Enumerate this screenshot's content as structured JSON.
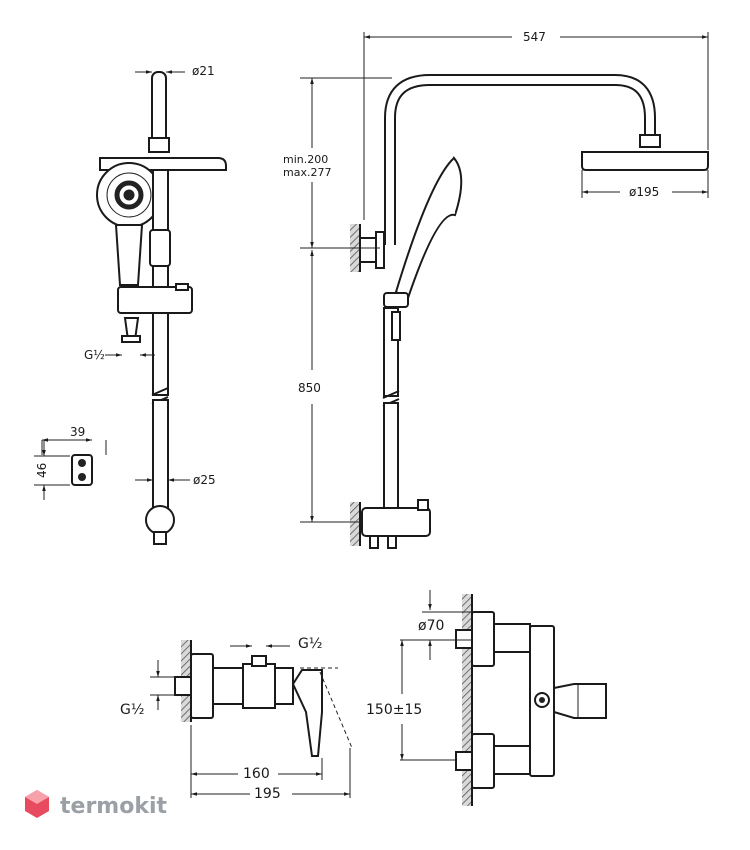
{
  "dimensions": {
    "top_width": "547",
    "hose_dia": "ø21",
    "arm_height": "min.200\nmax.277",
    "head_dia": "ø195",
    "total_height": "850",
    "thread_left": "G½",
    "bracket_width": "39",
    "bracket_height": "46",
    "rail_dia": "ø25",
    "mixer_thread": "G½",
    "mixer_thread_side": "G½",
    "depth_160": "160",
    "depth_195": "195",
    "inlet_dia": "ø70",
    "centers": "150±15"
  },
  "brand": {
    "name": "termokit",
    "color": "#9aa0a6",
    "logo_color": "#e84a5f"
  }
}
